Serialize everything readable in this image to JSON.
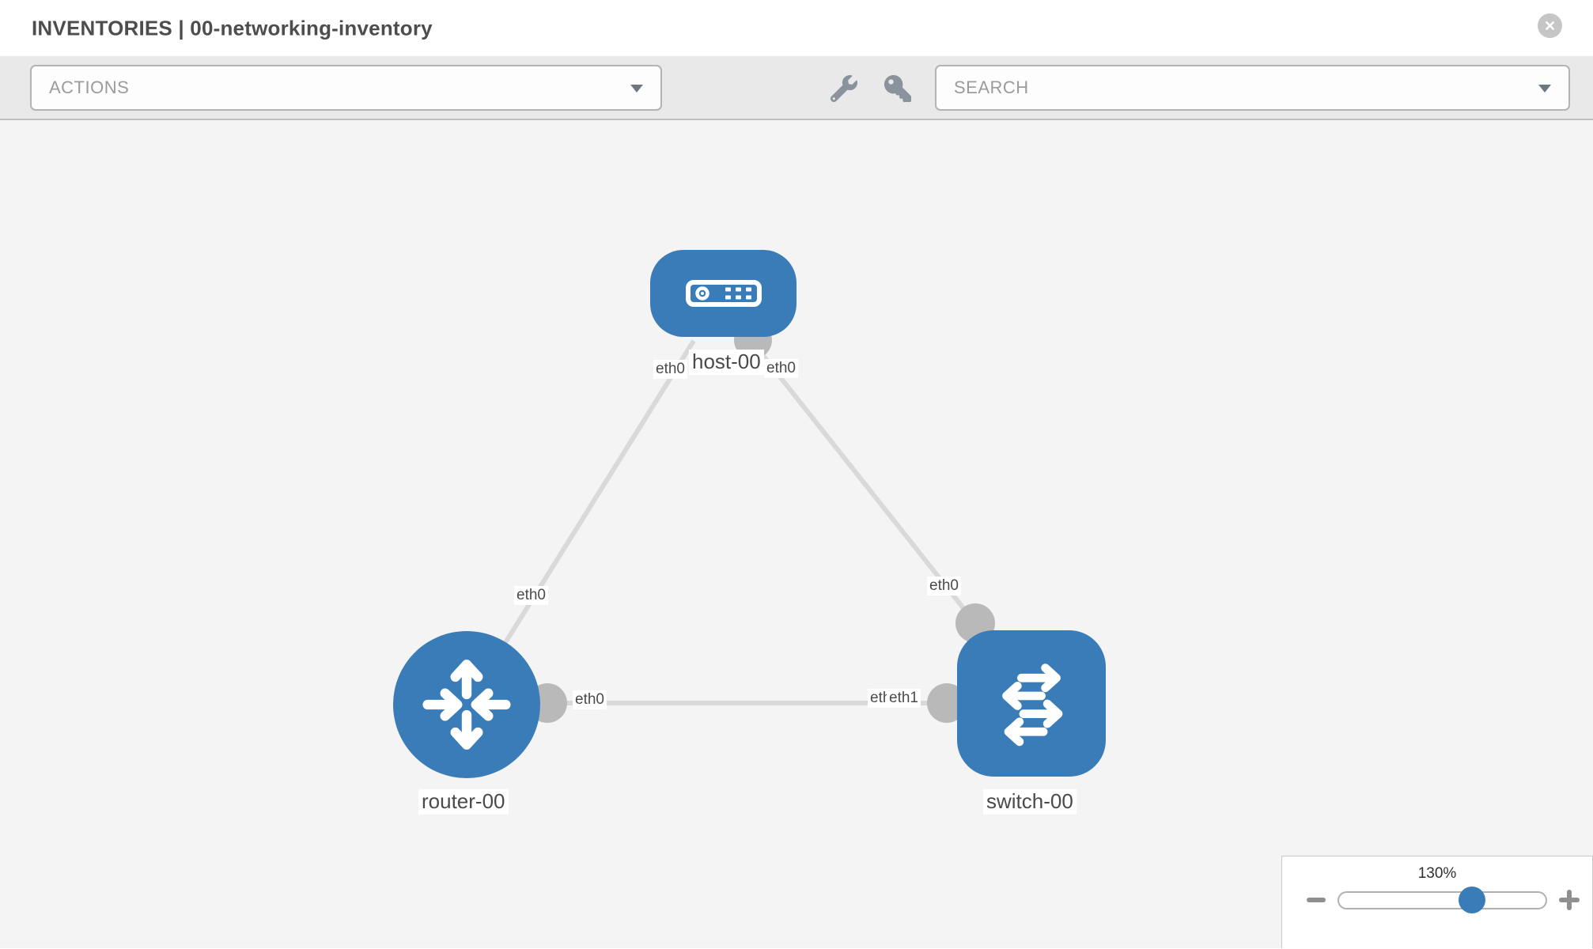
{
  "header": {
    "title": "INVENTORIES | 00-networking-inventory",
    "close_label": "✕"
  },
  "toolbar": {
    "actions_label": "ACTIONS",
    "search_label": "SEARCH",
    "icons": [
      {
        "name": "wrench-icon"
      },
      {
        "name": "key-icon"
      }
    ]
  },
  "topology": {
    "nodes": [
      {
        "id": "host-00",
        "label": "host-00",
        "type": "host",
        "shape": "rounded-rect"
      },
      {
        "id": "router-00",
        "label": "router-00",
        "type": "router",
        "shape": "circle"
      },
      {
        "id": "switch-00",
        "label": "switch-00",
        "type": "switch",
        "shape": "rounded-square"
      }
    ],
    "links": [
      {
        "from": "host-00",
        "to": "router-00",
        "from_interface": "eth0",
        "to_interface": "eth0"
      },
      {
        "from": "host-00",
        "to": "switch-00",
        "from_interface": "eth0",
        "to_interface": "eth0"
      },
      {
        "from": "router-00",
        "to": "switch-00",
        "from_interface": "eth0",
        "to_interface": "eth1"
      }
    ],
    "interface_labels": [
      {
        "text": "eth0"
      },
      {
        "text": "eth0"
      },
      {
        "text": "eth0"
      },
      {
        "text": "eth0"
      },
      {
        "text": "eth0"
      },
      {
        "text": "eth0"
      },
      {
        "text": "eth1"
      }
    ]
  },
  "zoom_control": {
    "value": "130%",
    "percent": 64.5
  },
  "colors": {
    "node_blue": "#3a7cb8",
    "link_gray": "#d9d9d9",
    "endpoint_gray": "#b9b9b9",
    "canvas_bg": "#f4f4f4",
    "toolbar_bg": "#e9e9e9",
    "icon_gray": "#8a929c",
    "title_gray": "#4d4d4d"
  }
}
